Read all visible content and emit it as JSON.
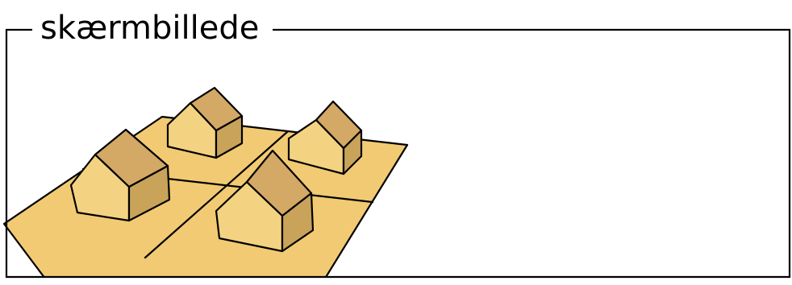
{
  "frame": {
    "title": "skærmbillede"
  },
  "illustration": {
    "subject": "four-houses-on-plots",
    "colors": {
      "ground": "#F2CA73",
      "house_front": "#F3D282",
      "house_side": "#C9A35A",
      "roof": "#D4A865",
      "outline": "#000000"
    },
    "plots": 4,
    "houses": 4
  }
}
